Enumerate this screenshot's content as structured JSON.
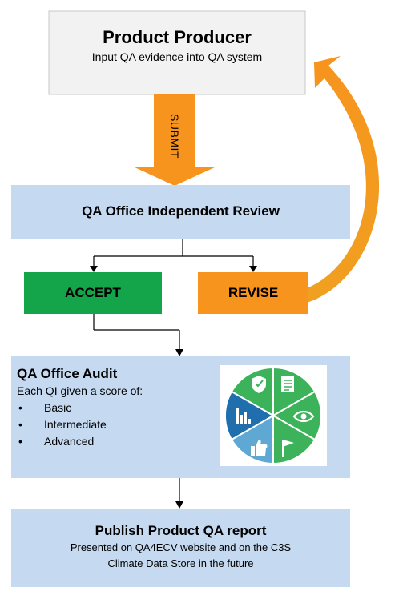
{
  "producer": {
    "title": "Product Producer",
    "subtitle": "Input QA evidence into QA system"
  },
  "submit_label": "SUBMIT",
  "review": {
    "title": "QA Office Independent Review"
  },
  "accept_label": "ACCEPT",
  "revise_label": "REVISE",
  "audit": {
    "title": "QA Office Audit",
    "subtitle": "Each QI given a score of:",
    "levels": [
      "Basic",
      "Intermediate",
      "Advanced"
    ]
  },
  "publish": {
    "title": "Publish Product QA report",
    "line1": "Presented on QA4ECV website and on the C3S",
    "line2": "Climate Data Store in the future"
  },
  "colors": {
    "grey_box": "#f2f2f2",
    "blue_box": "#c5d9f1",
    "accept_green": "#14a54a",
    "revise_orange": "#f7941d",
    "arrow_orange": "#f7941d",
    "wheel_blue": "#1f77b4",
    "wheel_green": "#3cb35a"
  },
  "icons": [
    "shield-check-icon",
    "document-icon",
    "eye-icon",
    "flag-icon",
    "thumbs-up-icon",
    "bar-chart-icon"
  ]
}
